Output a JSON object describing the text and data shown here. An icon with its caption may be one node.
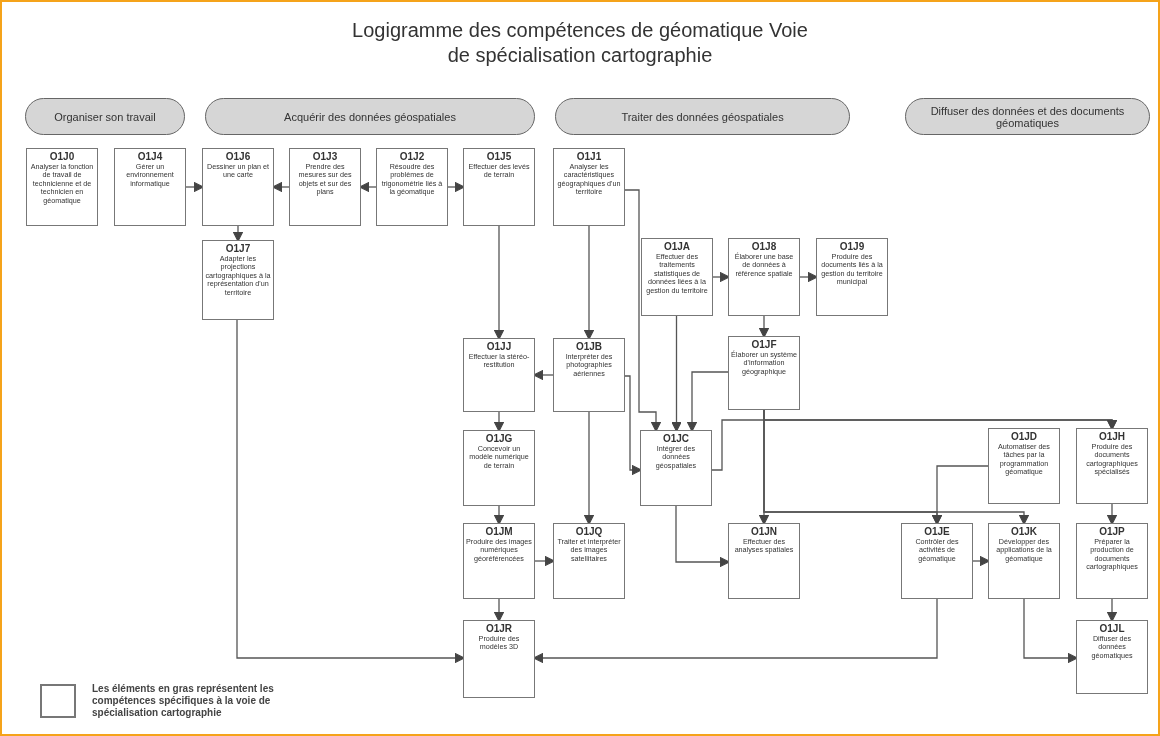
{
  "diagram": {
    "title": "Logigramme des compétences de géomatique Voie de spécialisation cartographie",
    "nodes": [
      {
        "text": [
          "Organiser son travail"
        ]
      },
      {
        "text": [
          "Acquérir des données géospatiales"
        ]
      },
      {
        "text": [
          "Traiter des données géospatiales"
        ]
      },
      {
        "text": [
          "Diffuser des données et des documents géomatiques"
        ]
      },
      {
        "text": [
          "O1J0",
          "Analyser la fonction de travail de technicienne et de technicien en géomatique"
        ]
      },
      {
        "text": [
          "O1J4",
          "Gérer un environnement informatique"
        ]
      },
      {
        "text": [
          "O1J6",
          "Dessiner un plan et une carte"
        ]
      },
      {
        "text": [
          "O1J3",
          "Prendre des mesures sur des objets et sur des plans"
        ]
      },
      {
        "text": [
          "O1J2",
          "Résoudre des problèmes de trigonométrie liés à la géomatique"
        ]
      },
      {
        "text": [
          "O1J5",
          "Effectuer des levés de terrain"
        ]
      },
      {
        "text": [
          "O1J1",
          "Analyser les caractéristiques géographiques d'un territoire"
        ]
      },
      {
        "text": [
          "O1J7",
          "Adapter les projections cartographiques à la représentation d'un territoire"
        ]
      },
      {
        "text": [
          "O1JA",
          "Effectuer des traitements statistiques de données liées à la gestion du territoire"
        ]
      },
      {
        "text": [
          "O1J8",
          "Élaborer une base de données à référence spatiale"
        ]
      },
      {
        "text": [
          "O1J9",
          "Produire des documents liés à la gestion du territoire municipal"
        ]
      },
      {
        "text": [
          "O1JJ",
          "Effectuer la stéréo-restitution"
        ]
      },
      {
        "text": [
          "O1JB",
          "Interpréter des photographies aériennes"
        ]
      },
      {
        "text": [
          "O1JF",
          "Élaborer un système d'information géographique"
        ]
      },
      {
        "text": [
          "O1JG",
          "Concevoir un modèle numérique de terrain"
        ]
      },
      {
        "text": [
          "O1JC",
          "Intégrer des données géospatiales"
        ]
      },
      {
        "text": [
          "O1JD",
          "Automatiser des tâches par la programmation géomatique"
        ]
      },
      {
        "text": [
          "O1JH",
          "Produire des documents cartographiques spécialisés"
        ]
      },
      {
        "text": [
          "O1JM",
          "Produire des images numériques géoréférencées"
        ]
      },
      {
        "text": [
          "O1JQ",
          "Traiter et interpréter des images satellitaires"
        ]
      },
      {
        "text": [
          "O1JN",
          "Effectuer des analyses spatiales"
        ]
      },
      {
        "text": [
          "O1JE",
          "Contrôler des activités de géomatique"
        ]
      },
      {
        "text": [
          "O1JK",
          "Développer des applications de la géomatique"
        ]
      },
      {
        "text": [
          "O1JP",
          "Préparer la production de documents cartographiques"
        ]
      },
      {
        "text": [
          "O1JR",
          "Produire des modèles 3D"
        ]
      },
      {
        "text": [
          "O1JL",
          "Diffuser des données géomatiques"
        ]
      }
    ],
    "edges": [
      {
        "from": 5,
        "to": 6,
        "arrow": "to"
      },
      {
        "from": 7,
        "to": 6,
        "arrow": "to"
      },
      {
        "from": 8,
        "to": 7,
        "arrow": "to"
      },
      {
        "from": 8,
        "to": 9,
        "arrow": "to"
      },
      {
        "from": 6,
        "to": 11,
        "arrow": "to"
      },
      {
        "from": 11,
        "to": 28,
        "arrow": "to"
      },
      {
        "from": 9,
        "to": 15,
        "arrow": "to"
      },
      {
        "from": 10,
        "to": 16,
        "arrow": "to"
      },
      {
        "from": 10,
        "to": 19,
        "arrow": "to"
      },
      {
        "from": 12,
        "to": 19,
        "arrow": "to"
      },
      {
        "from": 17,
        "to": 19,
        "arrow": "to"
      },
      {
        "from": 16,
        "to": 19,
        "arrow": "to"
      },
      {
        "from": 19,
        "to": 21,
        "arrow": "to"
      },
      {
        "from": 17,
        "to": 21,
        "arrow": "to"
      },
      {
        "from": 17,
        "to": 24,
        "arrow": "to"
      },
      {
        "from": 17,
        "to": 26,
        "arrow": "to"
      },
      {
        "from": 17,
        "to": 25,
        "arrow": "to"
      },
      {
        "from": 20,
        "to": 25,
        "arrow": "to"
      },
      {
        "from": 12,
        "to": 13,
        "arrow": "to"
      },
      {
        "from": 13,
        "to": 14,
        "arrow": "to"
      },
      {
        "from": 13,
        "to": 17,
        "arrow": "to"
      },
      {
        "from": 16,
        "to": 15,
        "arrow": "to"
      },
      {
        "from": 16,
        "to": 23,
        "arrow": "to"
      },
      {
        "from": 15,
        "to": 18,
        "arrow": "to"
      },
      {
        "from": 18,
        "to": 22,
        "arrow": "to"
      },
      {
        "from": 22,
        "to": 28,
        "arrow": "to"
      },
      {
        "from": 22,
        "to": 23,
        "arrow": "to"
      },
      {
        "from": 19,
        "to": 24,
        "arrow": "to"
      },
      {
        "from": 25,
        "to": 26,
        "arrow": "to"
      },
      {
        "from": 25,
        "to": 28,
        "arrow": "to"
      },
      {
        "from": 26,
        "to": 29,
        "arrow": "to"
      },
      {
        "from": 27,
        "to": 29,
        "arrow": "to"
      },
      {
        "from": 21,
        "to": 27,
        "arrow": "to"
      }
    ],
    "legend": [
      {
        "text": "Les éléments en gras représentent les compétences spécifiques à la voie de spécialisation cartographie"
      }
    ]
  }
}
